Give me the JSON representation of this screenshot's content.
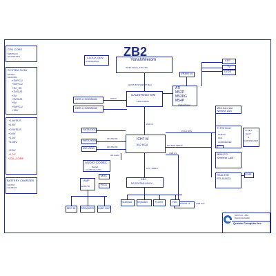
{
  "title": "ZB2",
  "colors": {
    "line": "#1e2a8c",
    "red": "#e0201a",
    "logo": "#2f63b8"
  },
  "left_panels": {
    "cpu_core": {
      "title": "CPU CORE",
      "lines": [
        "SEMTECH",
        "SC451ITSTR"
      ]
    },
    "system": {
      "title": "SYSTEM 3V/5V",
      "lines": [
        "MAXIM",
        "MAX1999"
      ],
      "rails": [
        "+3VPCU",
        "+5VPCU",
        "+3V_S5",
        "+3VSUS",
        "+3V",
        "+5VSUS",
        "+5V",
        "+5VPCU",
        "+15V"
      ]
    },
    "rails2": {
      "rails": [
        "+1.8VSUS",
        "+1.8V",
        "+0.9VSUS",
        "+0.9V",
        "+1.5V",
        "+1.05V",
        "+2.5V",
        "+1.2V",
        "VGA_CORE"
      ],
      "red": [
        "+1.2V",
        "VGA_CORE"
      ]
    },
    "battery": {
      "title": "BATTERY CHARGER",
      "lines": [
        "MAXIM",
        "MAX8724"
      ]
    }
  },
  "blocks": {
    "clock": {
      "title": "CLOCK GEN",
      "sub": "ICS954310BGLF"
    },
    "cpu": {
      "title": "Yonah/Merom",
      "sub": "INTEL Mobile_479 CPU"
    },
    "host_bus": "HOST BUS 533/667 MHz",
    "gmch": {
      "title": "CALISTOGA-GM",
      "sub": "1466 FCBGA"
    },
    "ddr_a": "DDR-II SODIMM1",
    "ddr_b": "DDR-II SODIMM2",
    "ddr_label": "DDR II",
    "vram": "VRAM x4",
    "ati": [
      "ATI",
      "M52P",
      "M52PG",
      "M54P"
    ],
    "ati_foot": "(Videophone)",
    "crt": "CRT",
    "tv": "TV",
    "lvds": "LVDS",
    "dmi": "DMI I/F",
    "ich": {
      "title": "ICH7-M",
      "sub": "652 BGA"
    },
    "sata_odd": "SATA ODD",
    "pata_hdd": "PATA HDD",
    "ide_odd": "IDE-ODD",
    "ata1": "ATA 66/100",
    "ata2": "ATA 66/100",
    "hd_audio": "HD Audio",
    "pcie_bus": "PCI-E BUS",
    "pci_bus": "PCI BUS 33MHZ",
    "usb": "USB 2.0",
    "minicard": {
      "title": "MINI-Card slot",
      "sub": "Wireless LAN"
    },
    "ti": {
      "title": "TI PCI7412",
      "sub": [
        "PCMCIA",
        "1394",
        "CARDREADER"
      ]
    },
    "tv1394": "1394",
    "slot1": [
      "TYPE II",
      "SLOT",
      "&",
      "CARDREADER"
    ],
    "minipci": [
      "MINI-PCI",
      "Wireless LAN"
    ],
    "realtek": [
      "REALTEK",
      "RTL8100CL"
    ],
    "rj45": "RJ45",
    "usbports": [
      "USB PORTS x3",
      "USB Port"
    ],
    "audio": {
      "title": "AUDIO CODEC",
      "sub": "Realtek",
      "part": "ALC883 (ALC260)"
    },
    "amp": "AMP",
    "max": "MAX9750",
    "mdc": "MDC",
    "rj11": "RJ11",
    "lpc": "LPC, 33MHz",
    "kbc": {
      "title": "KBC",
      "sub": "NS PC87541V/541V"
    },
    "touchpad": "Touchpad",
    "keyboard": "Keyboard",
    "flash": "FLASH",
    "fan": "FAN",
    "mic": "MIC IN",
    "speaker": "SPEAKER",
    "lineout": "LINE OUT"
  },
  "title_block": {
    "project": "SWITCH - ZB2",
    "sub": "BLOCK DIAGRAM",
    "company": "Quanta Computer Inc."
  }
}
